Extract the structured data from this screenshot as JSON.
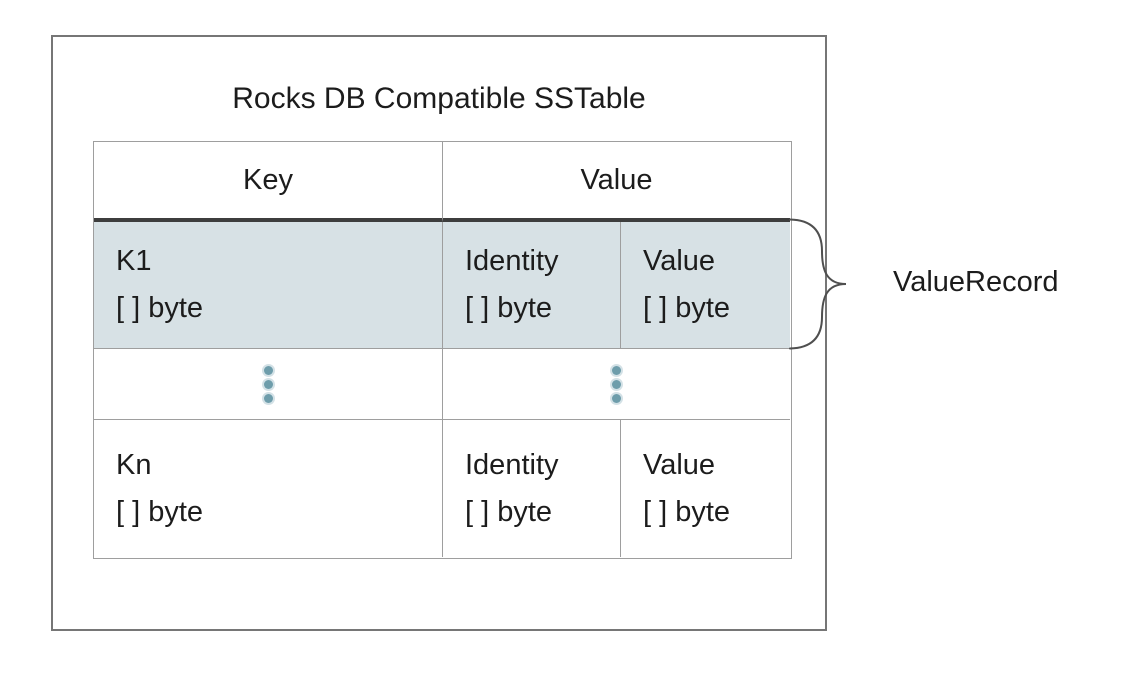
{
  "colors": {
    "text": "#1c1c1c",
    "outer_border": "#767676",
    "table_border": "#9e9e9e",
    "header_divider": "#3d3d3d",
    "highlight_row_bg": "#d7e1e5",
    "dots": "#6e9dab",
    "brace": "#4f4f4f"
  },
  "diagram": {
    "title": "Rocks DB Compatible SSTable",
    "table": {
      "header": {
        "key": "Key",
        "value": "Value"
      },
      "row_k1": {
        "key_name": "K1",
        "key_size": "[ ] byte",
        "identity_name": "Identity",
        "identity_size": "[ ] byte",
        "value_name": "Value",
        "value_size": "[ ] byte"
      },
      "row_kn": {
        "key_name": "Kn",
        "key_size": "[ ] byte",
        "identity_name": "Identity",
        "identity_size": "[ ] byte",
        "value_name": "Value",
        "value_size": "[ ] byte"
      }
    },
    "annotation": {
      "label": "ValueRecord"
    }
  }
}
